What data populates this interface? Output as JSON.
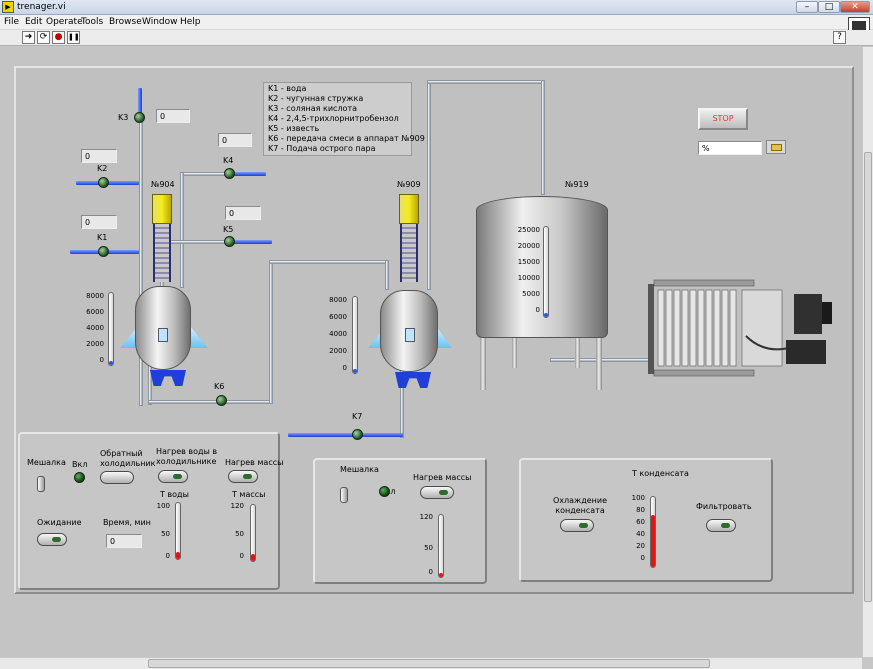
{
  "window": {
    "title": "trenager.vi",
    "minimize": "–",
    "restore": "□",
    "close": "✕"
  },
  "menu": [
    "File",
    "Edit",
    "Operate",
    "Tools",
    "Browse",
    "Window",
    "Help"
  ],
  "toolbar": {
    "run": "➜",
    "run_cont": "⟳",
    "abort": "●",
    "pause": "❚❚",
    "help": "?"
  },
  "legend": [
    "K1 - вода",
    "K2 - чугунная стружка",
    "K3 - соляная кислота",
    "K4 - 2,4,5-трихлорнитробензол",
    "K5 - известь",
    "K6 - передача смеси в аппарат №909",
    "K7 - Подача острого пара"
  ],
  "valves": {
    "k1": "K1",
    "k2": "K2",
    "k3": "K3",
    "k4": "K4",
    "k5": "K5",
    "k6": "K6",
    "k7": "K7"
  },
  "fields": {
    "k3": "0",
    "k4": "0",
    "k2": "0",
    "k5": "0",
    "k1": "0"
  },
  "reactors": {
    "r904": "№904",
    "r909": "№909",
    "t919": "№919"
  },
  "scale_904": [
    "8000",
    "6000",
    "4000",
    "2000",
    "0"
  ],
  "scale_909": [
    "8000",
    "6000",
    "4000",
    "2000",
    "0"
  ],
  "scale_919": [
    "25000",
    "20000",
    "15000",
    "10000",
    "5000",
    "0"
  ],
  "stop": "STOP",
  "path_field": "%",
  "panel1": {
    "mixer": "Мешалка",
    "on": "Вкл",
    "reflux": "Обратный холодильник",
    "heat_water": "Нагрев воды в холодильнике",
    "heat_mass": "Нагрев массы",
    "t_water": "Т воды",
    "t_mass": "Т массы",
    "wait": "Ожидание",
    "time": "Время, мин",
    "time_val": "0",
    "water_scale": [
      "100",
      "50",
      "0"
    ],
    "mass_scale": [
      "120",
      "50",
      "0"
    ]
  },
  "panel2": {
    "mixer": "Мешалка",
    "on": "Вкл",
    "heat_mass": "Нагрев массы",
    "scale": [
      "120",
      "50",
      "0"
    ]
  },
  "panel3": {
    "t_cond": "Т конденсата",
    "cool": "Охлаждение конденсата",
    "filter": "Фильтровать",
    "scale": [
      "100",
      "80",
      "60",
      "40",
      "20",
      "0"
    ]
  },
  "thermo": {
    "water_level": 0.12,
    "mass_level": 0.12,
    "p2_level": 0.06,
    "cond_level": 0.75
  }
}
